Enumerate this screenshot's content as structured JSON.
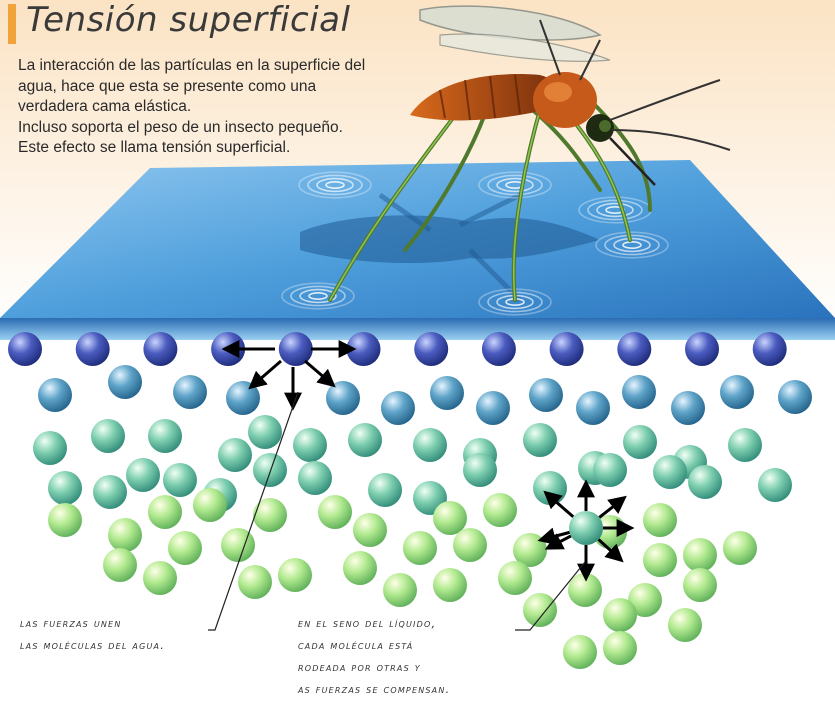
{
  "title": "Tensión superficial",
  "description": [
    "La interacción de las partículas en la superficie del",
    "agua, hace que esta se presente como una",
    "verdadera cama elástica.",
    "Incluso soporta el peso de un insecto pequeño.",
    "Este efecto se llama tensión superficial."
  ],
  "caption_left": [
    "Las fuerzas unen",
    "las moléculas del agua."
  ],
  "caption_right": [
    "En el seno del líquido,",
    "cada molécula está",
    "rodeada por otras y",
    "as fuerzas se compensan."
  ],
  "colors": {
    "accent": "#f0a33a",
    "water_surface": "#3f8fd0",
    "surface_molecule": "#2f3f9a",
    "inner_molecule_top": "#3f86b0",
    "inner_molecule_bottom": "#9fe08a",
    "arrow": "#000000"
  }
}
